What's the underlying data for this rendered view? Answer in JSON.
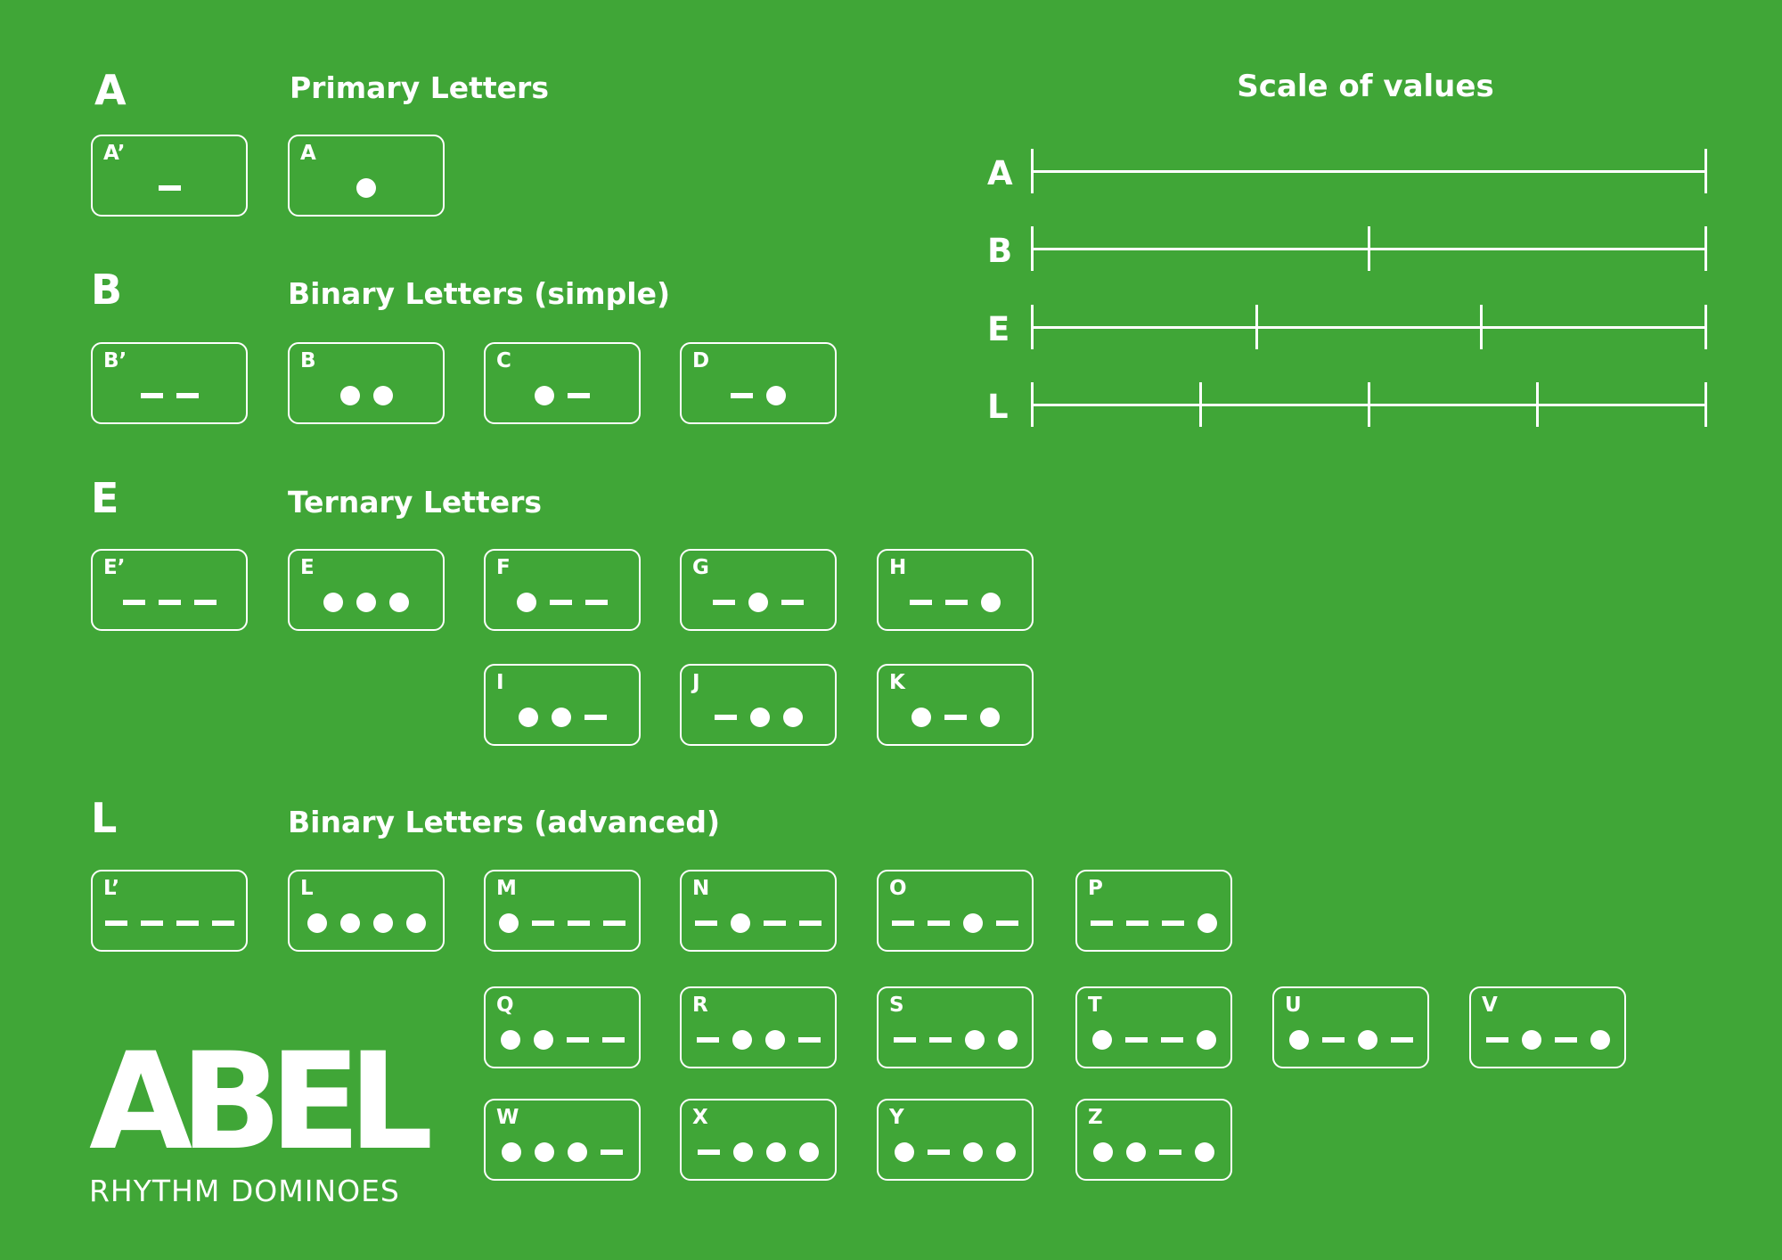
{
  "sections": [
    {
      "letter": "A",
      "title": "Primary Letters"
    },
    {
      "letter": "B",
      "title": "Binary Letters (simple)"
    },
    {
      "letter": "E",
      "title": "Ternary Letters"
    },
    {
      "letter": "L",
      "title": "Binary Letters (advanced)"
    }
  ],
  "dominoes": [
    {
      "label": "A’",
      "pattern": "-"
    },
    {
      "label": "A",
      "pattern": "o"
    },
    {
      "label": "B’",
      "pattern": "--"
    },
    {
      "label": "B",
      "pattern": "oo"
    },
    {
      "label": "C",
      "pattern": "o-"
    },
    {
      "label": "D",
      "pattern": "-o"
    },
    {
      "label": "E’",
      "pattern": "---"
    },
    {
      "label": "E",
      "pattern": "ooo"
    },
    {
      "label": "F",
      "pattern": "o--"
    },
    {
      "label": "G",
      "pattern": "-o-"
    },
    {
      "label": "H",
      "pattern": "--o"
    },
    {
      "label": "I",
      "pattern": "oo-"
    },
    {
      "label": "J",
      "pattern": "-oo"
    },
    {
      "label": "K",
      "pattern": "o-o"
    },
    {
      "label": "L’",
      "pattern": "----"
    },
    {
      "label": "L",
      "pattern": "oooo"
    },
    {
      "label": "M",
      "pattern": "o---"
    },
    {
      "label": "N",
      "pattern": "-o--"
    },
    {
      "label": "O",
      "pattern": "--o-"
    },
    {
      "label": "P",
      "pattern": "---o"
    },
    {
      "label": "Q",
      "pattern": "oo--"
    },
    {
      "label": "R",
      "pattern": "-oo-"
    },
    {
      "label": "S",
      "pattern": "--oo"
    },
    {
      "label": "T",
      "pattern": "o--o"
    },
    {
      "label": "U",
      "pattern": "o-o-"
    },
    {
      "label": "V",
      "pattern": "-o-o"
    },
    {
      "label": "W",
      "pattern": "ooo-"
    },
    {
      "label": "X",
      "pattern": "-ooo"
    },
    {
      "label": "Y",
      "pattern": "o-oo"
    },
    {
      "label": "Z",
      "pattern": "oo-o"
    }
  ],
  "scale": {
    "title": "Scale of values",
    "rows": [
      {
        "label": "A",
        "divisions": 1
      },
      {
        "label": "B",
        "divisions": 2
      },
      {
        "label": "E",
        "divisions": 3
      },
      {
        "label": "L",
        "divisions": 4
      }
    ]
  },
  "logo": {
    "word": "ABEL",
    "subtitle": "RHYTHM DOMINOES"
  },
  "colors": {
    "background": "#40a637",
    "foreground": "#ffffff"
  },
  "icons": {
    "dot": "circle-beat-icon",
    "dash": "dash-beat-icon"
  }
}
